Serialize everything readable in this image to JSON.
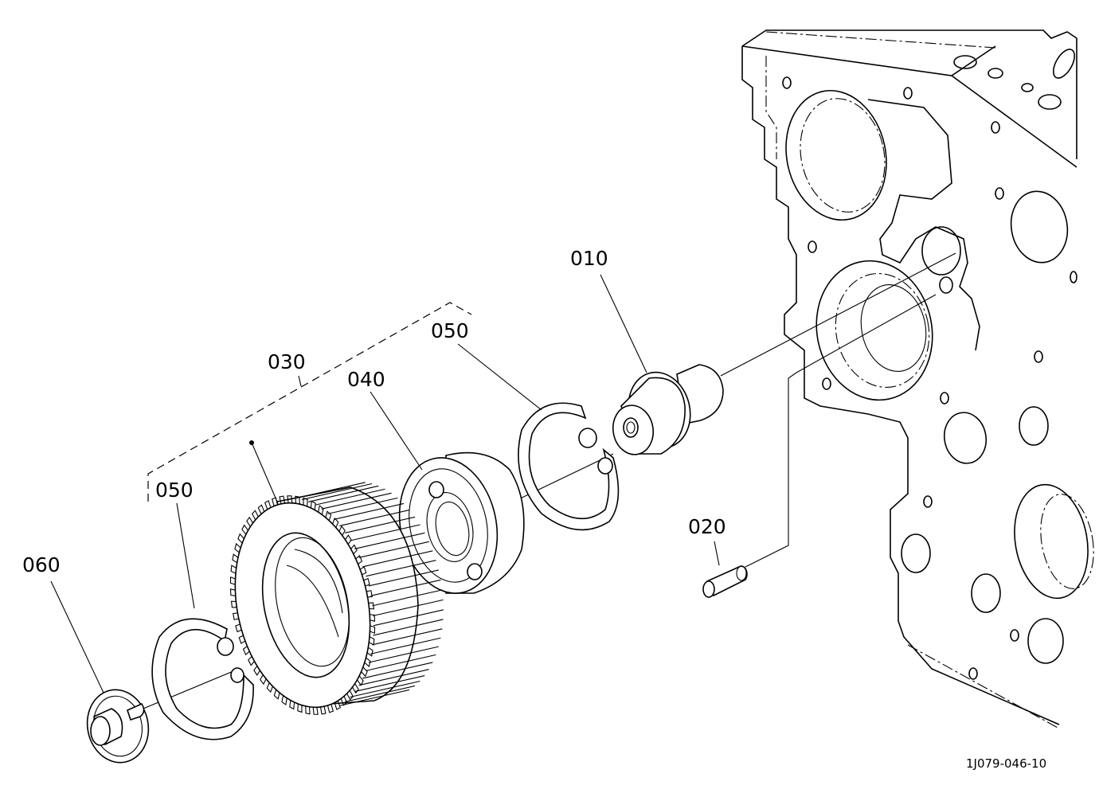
{
  "diagram": {
    "callouts": {
      "p010": "010",
      "p020": "020",
      "p030": "030",
      "p040": "040",
      "p050_right": "050",
      "p050_left": "050",
      "p060": "060"
    },
    "drawing_code": "1J079-046-10"
  }
}
